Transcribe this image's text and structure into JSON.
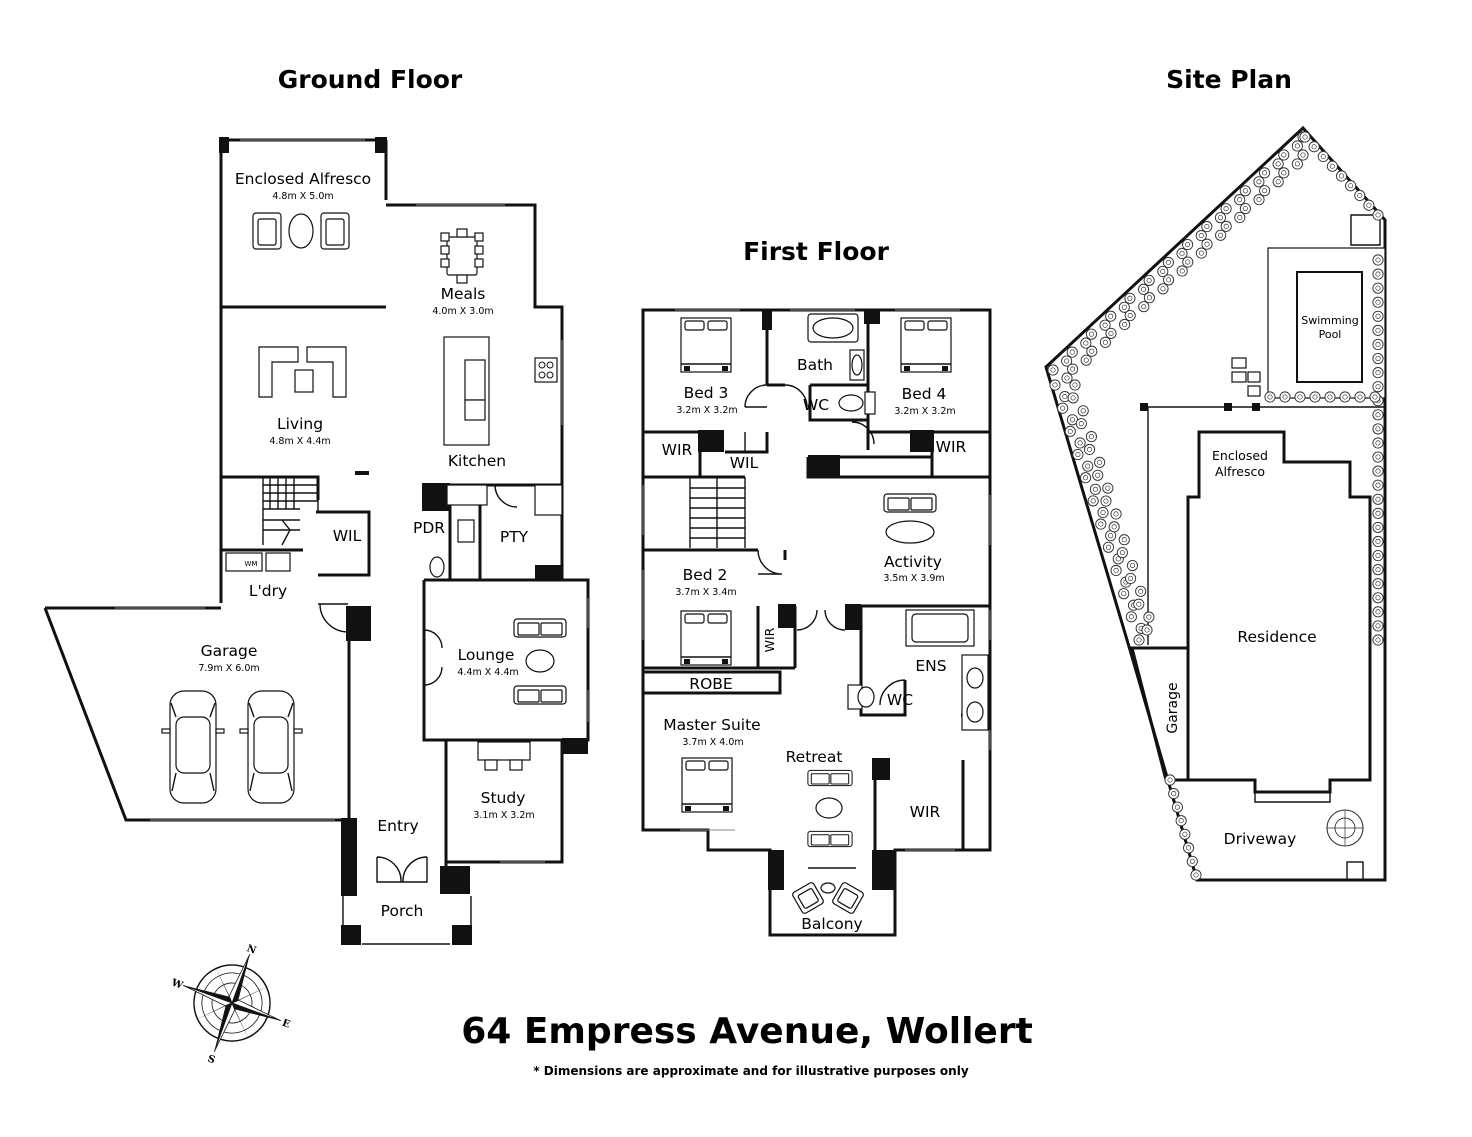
{
  "headings": {
    "ground_floor": "Ground Floor",
    "first_floor": "First Floor",
    "site_plan": "Site Plan"
  },
  "ground": {
    "enclosed_alfresco": {
      "name": "Enclosed Alfresco",
      "dim": "4.8m X 5.0m"
    },
    "meals": {
      "name": "Meals",
      "dim": "4.0m X 3.0m"
    },
    "living": {
      "name": "Living",
      "dim": "4.8m X 4.4m"
    },
    "kitchen": {
      "name": "Kitchen"
    },
    "wil": {
      "name": "WIL"
    },
    "pdr": {
      "name": "PDR"
    },
    "pty": {
      "name": "PTY"
    },
    "laundry": {
      "name": "L'dry"
    },
    "wm": {
      "name": "WM"
    },
    "garage": {
      "name": "Garage",
      "dim": "7.9m X 6.0m"
    },
    "lounge": {
      "name": "Lounge",
      "dim": "4.4m X 4.4m"
    },
    "study": {
      "name": "Study",
      "dim": "3.1m X 3.2m"
    },
    "entry": {
      "name": "Entry"
    },
    "porch": {
      "name": "Porch"
    }
  },
  "first": {
    "bed3": {
      "name": "Bed 3",
      "dim": "3.2m X 3.2m"
    },
    "bath": {
      "name": "Bath"
    },
    "wc": {
      "name": "WC"
    },
    "bed4": {
      "name": "Bed 4",
      "dim": "3.2m X 3.2m"
    },
    "wir_bed3": {
      "name": "WIR"
    },
    "wil": {
      "name": "WIL"
    },
    "wir_bed4": {
      "name": "WIR"
    },
    "activity": {
      "name": "Activity",
      "dim": "3.5m X 3.9m"
    },
    "bed2": {
      "name": "Bed 2",
      "dim": "3.7m X 3.4m"
    },
    "wir_bed2": {
      "name": "WIR"
    },
    "robe": {
      "name": "ROBE"
    },
    "ens": {
      "name": "ENS"
    },
    "wc_ens": {
      "name": "WC"
    },
    "master": {
      "name": "Master Suite",
      "dim": "3.7m X 4.0m"
    },
    "retreat": {
      "name": "Retreat"
    },
    "wir_master": {
      "name": "WIR"
    },
    "balcony": {
      "name": "Balcony"
    }
  },
  "site": {
    "pool": {
      "line1": "Swimming",
      "line2": "Pool"
    },
    "alfresco": {
      "line1": "Enclosed",
      "line2": "Alfresco"
    },
    "residence": {
      "name": "Residence"
    },
    "garage": {
      "name": "Garage"
    },
    "driveway": {
      "name": "Driveway"
    }
  },
  "compass": {
    "n": "N",
    "e": "E",
    "s": "S",
    "w": "W"
  },
  "address": "64 Empress Avenue, Wollert",
  "disclaimer": "* Dimensions are approximate and for illustrative purposes only"
}
